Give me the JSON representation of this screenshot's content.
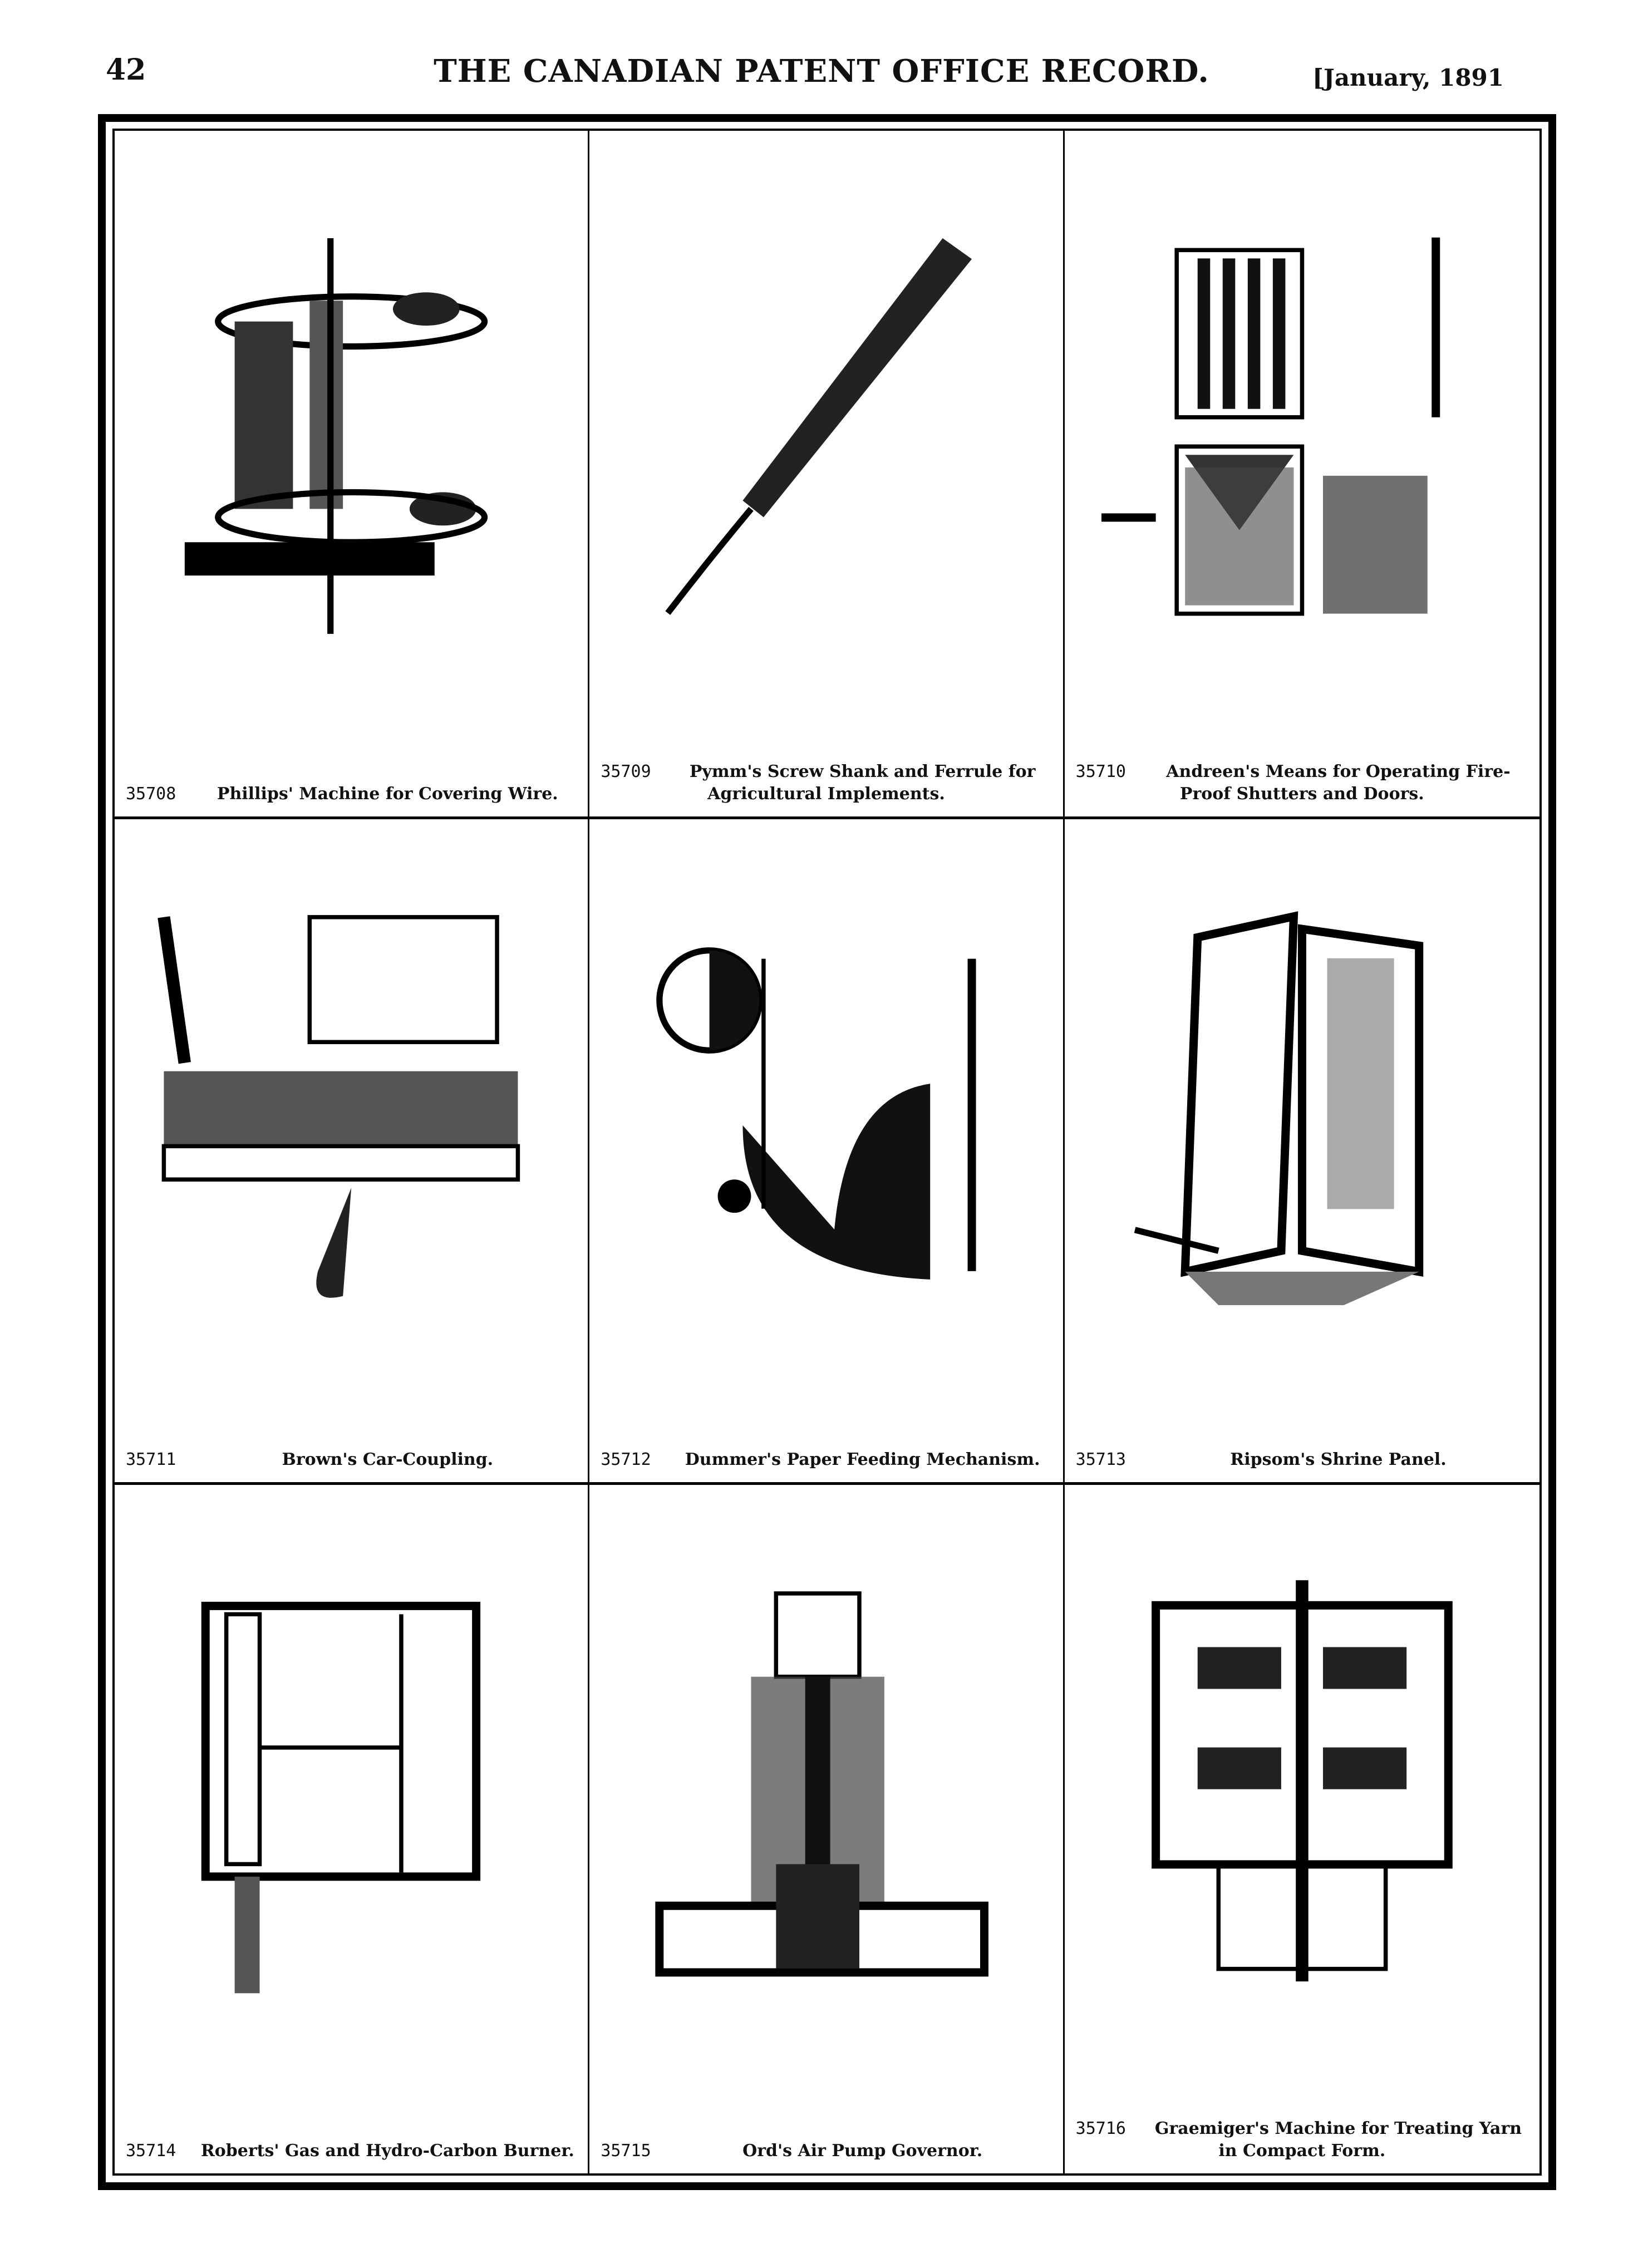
{
  "header": {
    "page_number": "42",
    "title": "THE CANADIAN PATENT OFFICE RECORD.",
    "date": "[January, 1891"
  },
  "patents": [
    {
      "number": "35708",
      "title": "Phillips' Machine for Covering Wire."
    },
    {
      "number": "35709",
      "title": "Pymm's Screw Shank and Ferrule for Agricultural Implements."
    },
    {
      "number": "35710",
      "title": "Andreen's Means for Operating Fire-Proof Shutters and Doors."
    },
    {
      "number": "35711",
      "title": "Brown's Car-Coupling."
    },
    {
      "number": "35712",
      "title": "Dummer's Paper Feeding Mechanism."
    },
    {
      "number": "35713",
      "title": "Ripsom's Shrine Panel."
    },
    {
      "number": "35714",
      "title": "Roberts' Gas and Hydro-Carbon Burner."
    },
    {
      "number": "35715",
      "title": "Ord's Air Pump Governor."
    },
    {
      "number": "35716",
      "title": "Graemiger's Machine for Treating Yarn in Compact Form."
    }
  ]
}
